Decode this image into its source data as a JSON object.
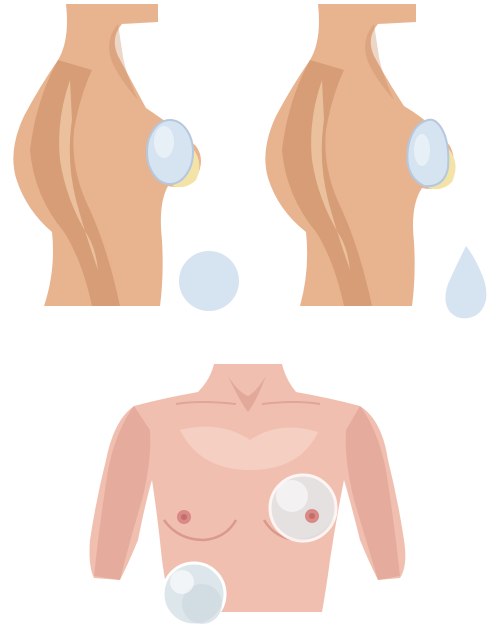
{
  "colors": {
    "skin_side": "#e8b48f",
    "skin_side_shadow": "#c98a62",
    "skin_side_highlight": "#f3cfae",
    "skin_front": "#f1bfb0",
    "skin_front_shadow": "#d99a8c",
    "skin_front_highlight": "#f9dcd3",
    "implant_blue": "#d6e3f1",
    "implant_edge": "#b5c8de",
    "implant_yellow": "#f3e3a6",
    "nipple": "#d98a86",
    "implant_gray": "#dfe3e6"
  },
  "illustrations": [
    {
      "id": "side-view-round-implant",
      "implant_shape": "round"
    },
    {
      "id": "side-view-teardrop-implant",
      "implant_shape": "teardrop"
    },
    {
      "id": "front-view-torso-implants",
      "implant_shape": "round"
    }
  ]
}
